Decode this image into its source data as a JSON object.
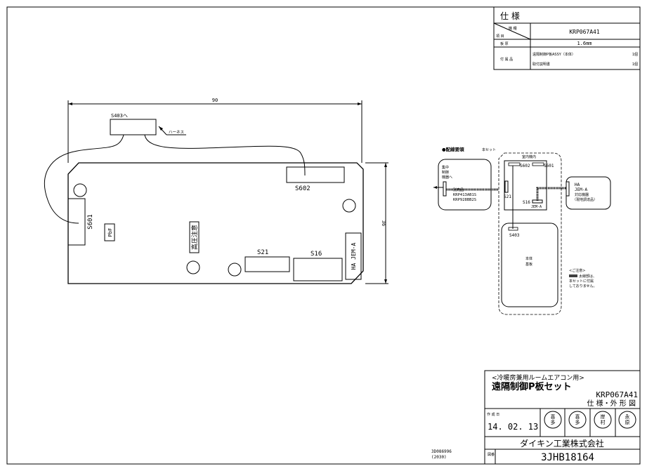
{
  "spec_table": {
    "title": "仕 様",
    "header_type": "機 種",
    "header_item": "項 目",
    "model": "KRP067A41",
    "thickness_label": "板 厚",
    "thickness_value": "1.6mm",
    "accessories_label": "付 属 品",
    "accessories": [
      {
        "name": "遠隔制御P板ASSY（本体）",
        "qty": "1個"
      },
      {
        "name": "取付説明書",
        "qty": "1個"
      }
    ]
  },
  "board": {
    "width_dim": "90",
    "height_dim": "36",
    "harness_label": "ハーネス",
    "s403_label": "S403へ",
    "s602_label": "S602",
    "s601_label": "S601",
    "pbf_label": "PbF",
    "caution_label": "高圧注意",
    "s21_label": "S21",
    "s16_label": "S16",
    "ha_label": "HA JEM-A"
  },
  "wiring": {
    "title": "●配線要領",
    "this_set": "本セット",
    "indoor_unit": "室内機内",
    "central_lines": [
      "集中",
      "制御",
      "機器へ"
    ],
    "separate_lines": [
      "別売品",
      "KRP413AB1S",
      "KRP928BB2S"
    ],
    "s602": "S602",
    "s601": "S601",
    "s21": "S21",
    "s16": "S16",
    "jema_small": "JEM-A",
    "ha_lines": [
      "HA",
      "JEM-A",
      "対応機器",
      "（現地調達品）"
    ],
    "s403": "S403",
    "main_board_lines": [
      "本体",
      "基板"
    ],
    "note_lines": [
      "<ご注意>",
      "太線部は、",
      "本セットに付属",
      "しておりません。"
    ]
  },
  "title_block": {
    "subtitle": "<冷暖房兼用ルームエアコン用>",
    "title": "遠隔制御P板セット",
    "model": "KRP067A41",
    "drawing_kind": "仕 様・外 形 図",
    "date_label": "作 成 日",
    "date": "14. 02. 13",
    "stamps": [
      [
        "喜",
        "多"
      ],
      [
        "喜",
        "多"
      ],
      [
        "岸",
        "村"
      ],
      [
        "永",
        "原"
      ]
    ],
    "company": "ダイキン工業株式会社",
    "drawing_no_label": "図番",
    "drawing_no": "3JHB18164",
    "stamp_code_lines": [
      "3D086996",
      "(2030)"
    ]
  }
}
